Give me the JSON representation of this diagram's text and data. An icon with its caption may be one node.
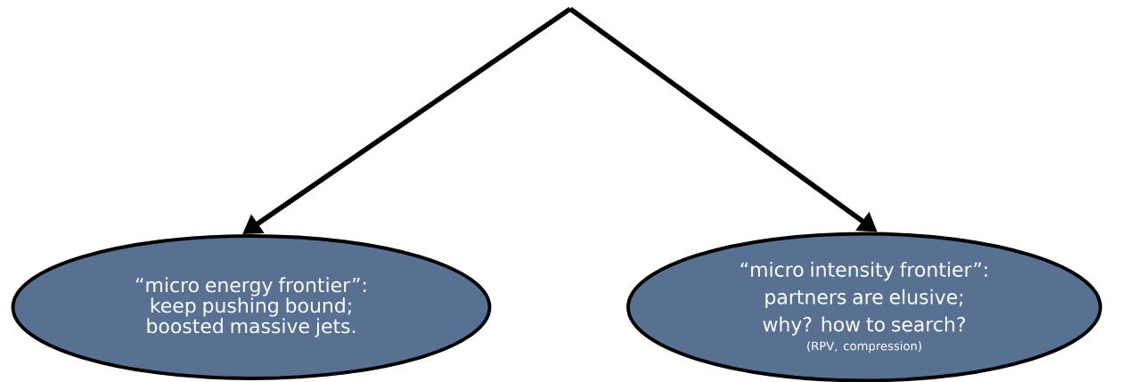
{
  "diagram": {
    "nodes": [
      {
        "text": [
          "“micro energy frontier”: keep pushing bound; boosted massive jets."
        ]
      },
      {
        "text": [
          "“micro intensity frontier”: partners are elusive; why? how to search?",
          "(RPV, compression)"
        ]
      }
    ],
    "edges": [
      {
        "from": null,
        "to": 0,
        "arrow": "to"
      },
      {
        "from": null,
        "to": 1,
        "arrow": "to"
      }
    ]
  }
}
